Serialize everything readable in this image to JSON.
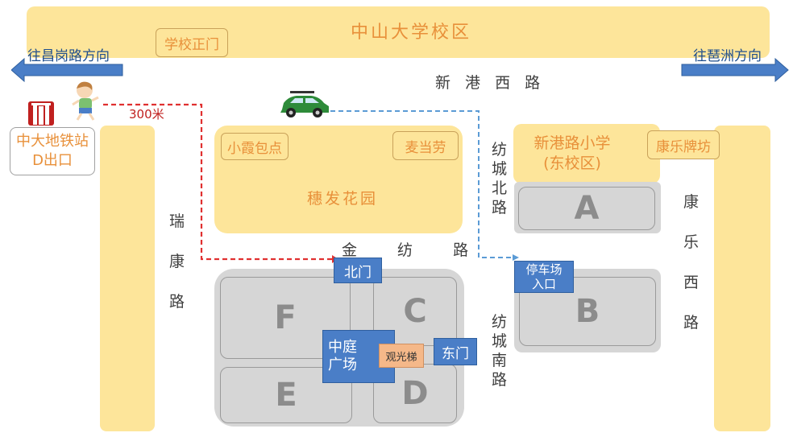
{
  "campus": {
    "label": "中山大学校区",
    "gate": "学校正门"
  },
  "directions": {
    "left": "往昌岗路方向",
    "right": "往琶洲方向"
  },
  "roads": {
    "xingang": "新 港 西 路",
    "ruikang": [
      "瑞",
      "康",
      "路"
    ],
    "jinfang": "金 纺 路",
    "fangcheng_north": [
      "纺",
      "城",
      "北",
      "路"
    ],
    "fangcheng_south": [
      "纺",
      "城",
      "南",
      "路"
    ],
    "kangle": [
      "康",
      "乐",
      "西",
      "路"
    ]
  },
  "metro": {
    "line1": "中大地铁站",
    "line2": "D出口"
  },
  "walk_distance": "300米",
  "garden": {
    "name": "穗发花园",
    "shop_left": "小霞包点",
    "shop_right": "麦当劳"
  },
  "school": {
    "line1": "新港路小学",
    "line2": "(东校区)",
    "gate": "康乐牌坊"
  },
  "parking": {
    "line1": "停车场",
    "line2": "入口"
  },
  "blocks": {
    "a": "A",
    "b": "B",
    "c": "C",
    "d": "D",
    "e": "E",
    "f": "F"
  },
  "plaza": {
    "north_gate": "北门",
    "east_gate": "东门",
    "center_line1": "中庭",
    "center_line2": "广场",
    "elevator": "观光梯"
  },
  "colors": {
    "walk_route": "#e03030",
    "car_route": "#5b9bd5",
    "area_yellow": "#fde59a",
    "label_orange": "#e8903a",
    "gate_blue": "#4a7ec7"
  },
  "icons": {
    "metro": "metro-logo-icon",
    "walker": "running-child-icon",
    "car": "green-car-icon"
  }
}
